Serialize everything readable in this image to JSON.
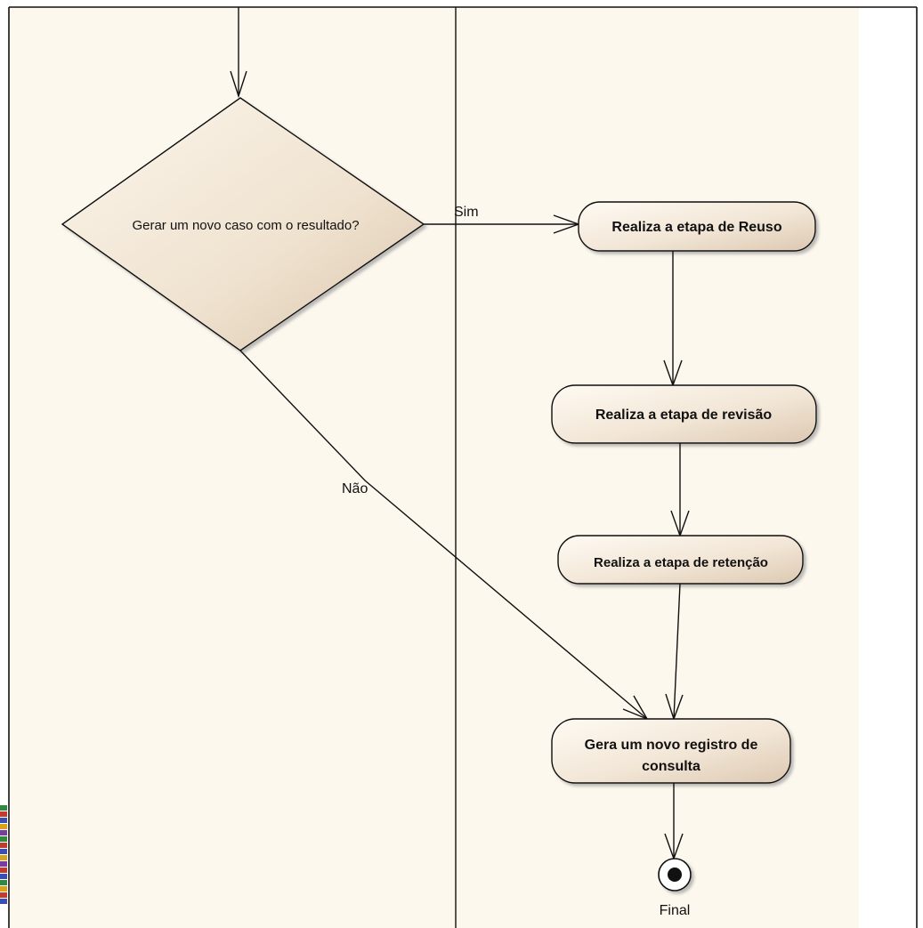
{
  "diagram": {
    "decision": {
      "question": "Gerar um novo caso com o resultado?",
      "yes_label": "Sim",
      "no_label": "Não"
    },
    "activities": {
      "reuse": "Realiza a etapa de Reuso",
      "revision": "Realiza a etapa de revisão",
      "retention": "Realiza a etapa de retenção",
      "new_record_line1": "Gera um novo registro de",
      "new_record_line2": "consulta"
    },
    "final_node": {
      "label": "Final"
    }
  },
  "colors": {
    "canvas": "#fdf8ee",
    "node_fill_light": "#fdf6ec",
    "node_fill_dark": "#e4d3bf",
    "stroke": "#111111"
  }
}
